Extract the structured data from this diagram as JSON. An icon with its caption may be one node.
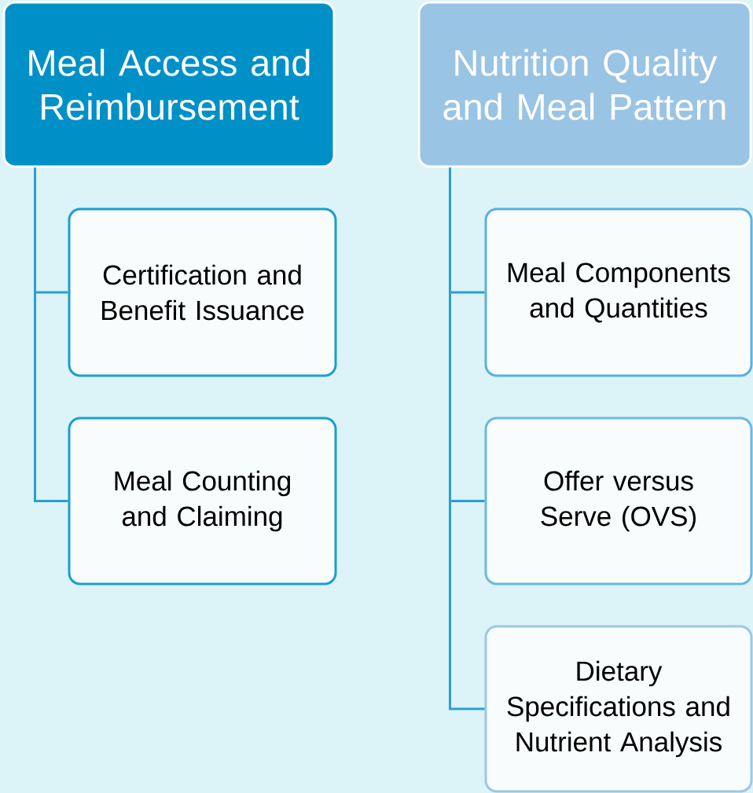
{
  "diagram": {
    "nodes": [
      {
        "text": [
          "Meal Access and Reimbursement"
        ]
      },
      {
        "text": [
          "Certification and Benefit Issuance"
        ]
      },
      {
        "text": [
          "Meal Counting and Claiming"
        ]
      },
      {
        "text": [
          "Nutrition Quality and Meal Pattern"
        ]
      },
      {
        "text": [
          "Meal Components and Quantities"
        ]
      },
      {
        "text": [
          "Offer versus Serve (OVS)"
        ]
      },
      {
        "text": [
          "Dietary Specifications and Nutrient Analysis"
        ]
      }
    ],
    "edges": [
      {
        "from": 0,
        "to": 1,
        "arrow": "none"
      },
      {
        "from": 0,
        "to": 2,
        "arrow": "none"
      },
      {
        "from": 3,
        "to": 4,
        "arrow": "none"
      },
      {
        "from": 3,
        "to": 5,
        "arrow": "none"
      },
      {
        "from": 3,
        "to": 6,
        "arrow": "none"
      }
    ]
  }
}
